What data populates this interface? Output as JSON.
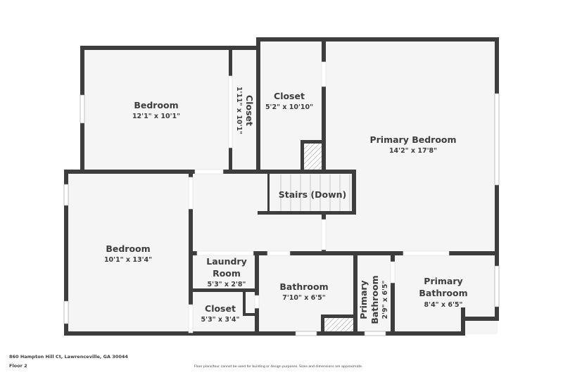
{
  "plan": {
    "floor_label": "Floor 2",
    "address": "860 Hampton Hill Ct, Lawrenceville, GA 30044",
    "disclaimer": "Floor plans/tour cannot be used for building or design purposes. Sizes and dimensions are approximate.",
    "colors": {
      "wall": "#3d3d3d",
      "floor": "#f5f5f5",
      "text": "#3d3d3d",
      "background": "#ffffff"
    }
  },
  "rooms": {
    "bedroom_top": {
      "name": "Bedroom",
      "dims": "12'1\" x 10'1\""
    },
    "closet_narrow": {
      "name": "Closet",
      "dims": "1'11\" x 10'1\""
    },
    "closet_top": {
      "name": "Closet",
      "dims": "5'2\" x 10'10\""
    },
    "primary_bedroom": {
      "name": "Primary Bedroom",
      "dims": "14'2\" x 17'8\""
    },
    "stairs": {
      "name": "Stairs (Down)"
    },
    "bedroom_left": {
      "name": "Bedroom",
      "dims": "10'1\" x 13'4\""
    },
    "laundry": {
      "name_line1": "Laundry",
      "name_line2": "Room",
      "dims": "5'3\" x 2'8\""
    },
    "closet_bottom": {
      "name": "Closet",
      "dims": "5'3\" x 3'4\""
    },
    "bathroom": {
      "name": "Bathroom",
      "dims": "7'10\" x 6'5\""
    },
    "primary_bath_narrow": {
      "name_line1": "Primary",
      "name_line2": "Bathroom",
      "dims": "2'9\" x 6'5\""
    },
    "primary_bathroom": {
      "name_line1": "Primary",
      "name_line2": "Bathroom",
      "dims": "8'4\" x 6'5\""
    }
  }
}
